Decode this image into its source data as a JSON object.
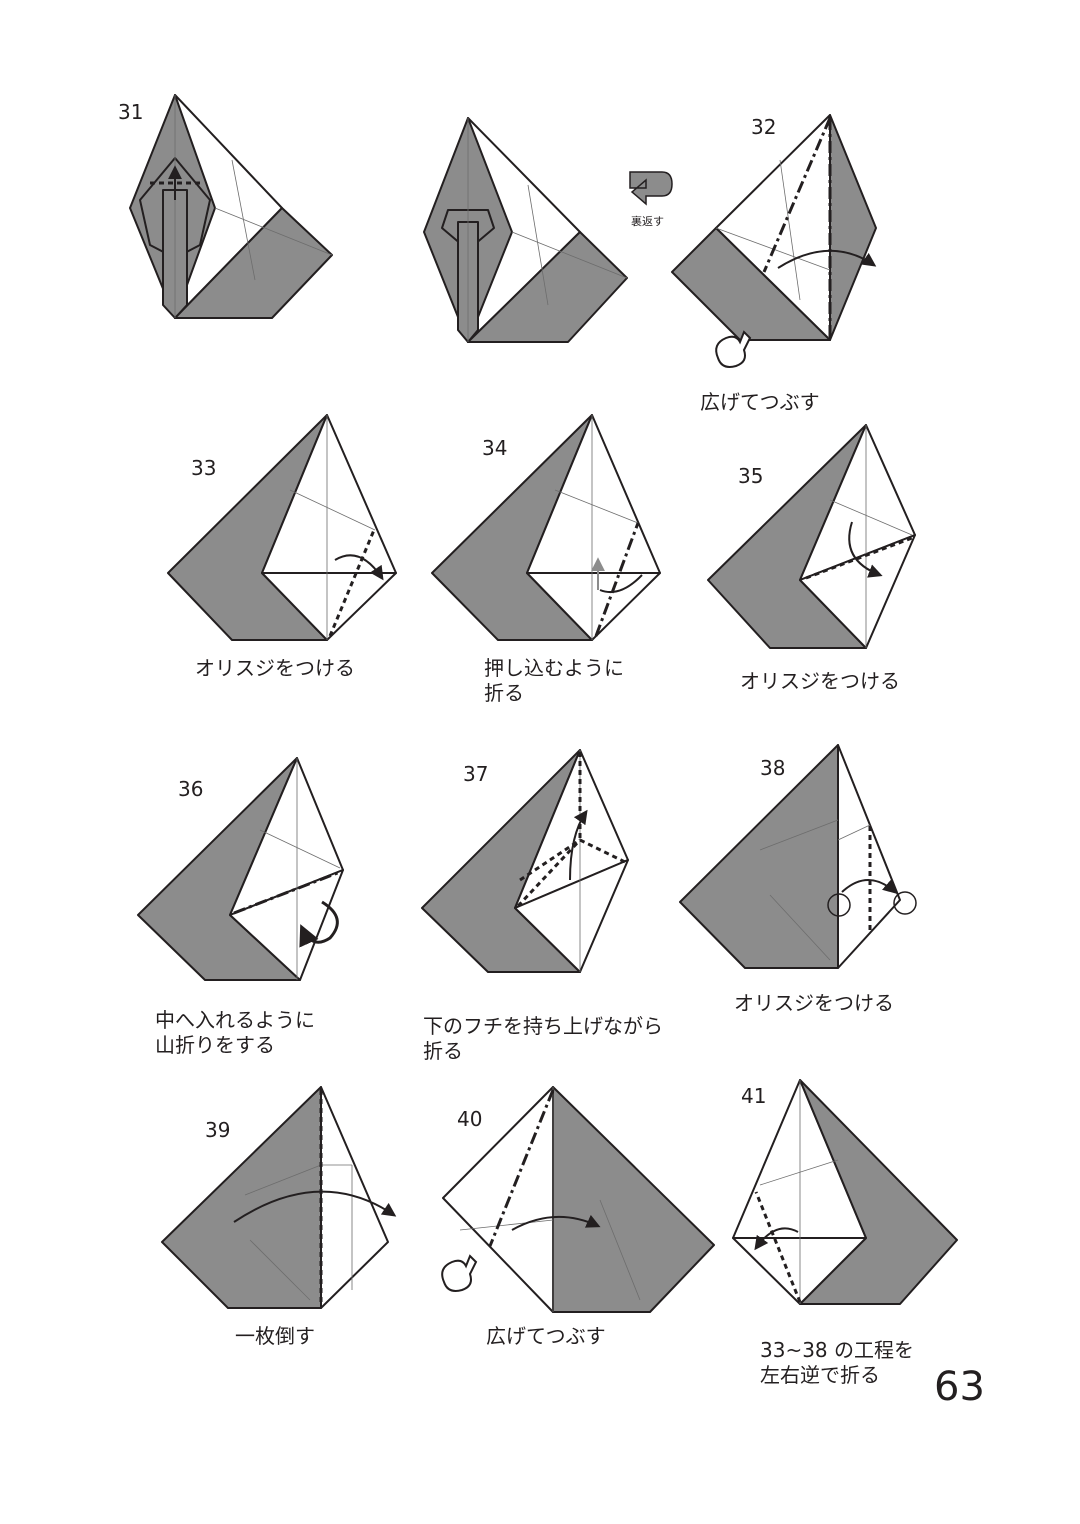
{
  "page_number": "63",
  "flip_label": "裏返す",
  "steps": [
    {
      "number": "31",
      "caption": []
    },
    {
      "number": "32",
      "caption": [
        "広げてつぶす"
      ]
    },
    {
      "number": "33",
      "caption": [
        "オリスジをつける"
      ]
    },
    {
      "number": "34",
      "caption": [
        "押し込むように",
        "折る"
      ]
    },
    {
      "number": "35",
      "caption": [
        "オリスジをつける"
      ]
    },
    {
      "number": "36",
      "caption": [
        "中へ入れるように",
        "山折りをする"
      ]
    },
    {
      "number": "37",
      "caption": [
        "下のフチを持ち上げながら",
        "折る"
      ]
    },
    {
      "number": "38",
      "caption": [
        "オリスジをつける"
      ]
    },
    {
      "number": "39",
      "caption": [
        "一枚倒す"
      ]
    },
    {
      "number": "40",
      "caption": [
        "広げてつぶす"
      ]
    },
    {
      "number": "41",
      "caption": [
        "33~38 の工程を",
        "左右逆で折る"
      ]
    }
  ],
  "colors": {
    "paper_colored": "#8c8c8c",
    "paper_white": "#ffffff",
    "line": "#231f20"
  },
  "icons": [
    "flip-over-icon",
    "push-hand-icon"
  ]
}
